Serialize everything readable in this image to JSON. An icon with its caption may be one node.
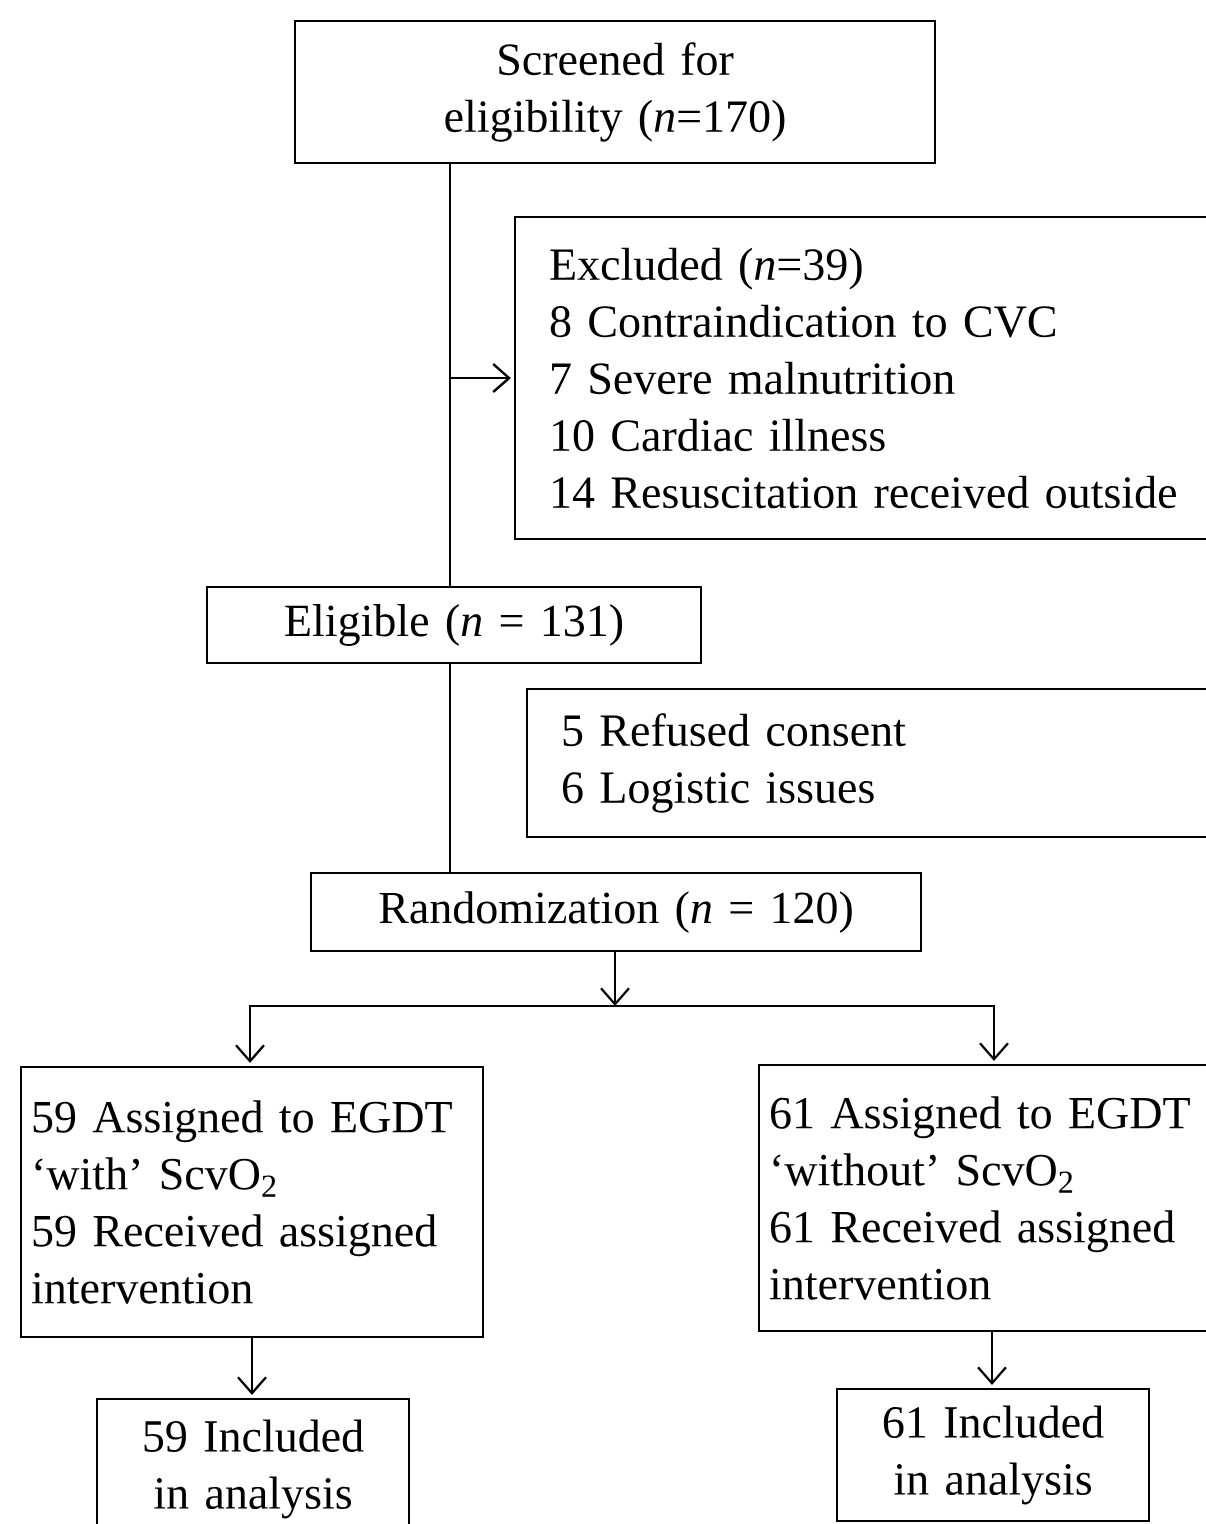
{
  "diagram": {
    "nodes": [
      {
        "text": [
          "Screened for eligibility (*n*=170)"
        ]
      },
      {
        "text": [
          "Excluded (*n*=39)",
          "8 Contraindication to CVC",
          "7 Severe malnutrition",
          "10 Cardiac illness",
          "14 Resuscitation received outside"
        ]
      },
      {
        "text": [
          "Eligible (*n* = 131)"
        ]
      },
      {
        "text": [
          "5 Refused consent",
          "6 Logistic issues"
        ]
      },
      {
        "text": [
          "Randomization (*n* = 120)"
        ]
      },
      {
        "text": [
          "59 Assigned to EGDT ‘with’ ScvO$_{2}$",
          "59 Received assigned intervention"
        ]
      },
      {
        "text": [
          "61 Assigned to EGDT ‘without’ ScvO$_{2}$",
          "61 Received assigned intervention"
        ]
      },
      {
        "text": [
          "59 Included in analysis"
        ]
      },
      {
        "text": [
          "61 Included in analysis"
        ]
      }
    ],
    "edges": [
      {
        "from": 0,
        "to": 2,
        "arrow": "none"
      },
      {
        "from": 0,
        "to": 1,
        "arrow": "to"
      },
      {
        "from": 2,
        "to": 4,
        "arrow": "none"
      },
      {
        "from": 4,
        "to": 5,
        "arrow": "to"
      },
      {
        "from": 4,
        "to": 6,
        "arrow": "to"
      },
      {
        "from": 5,
        "to": 7,
        "arrow": "to"
      },
      {
        "from": 6,
        "to": 8,
        "arrow": "to"
      }
    ]
  }
}
